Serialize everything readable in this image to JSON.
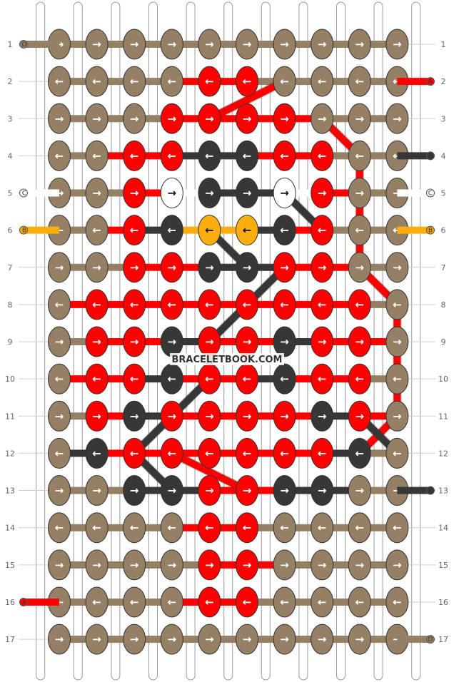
{
  "colors": {
    "D": "#958066",
    "A": "#ff0000",
    "B": "#f9ad0f",
    "C": "#ffffff",
    "E": "#373737"
  },
  "watermark": "BRACELETBOOK.COM",
  "rows": [
    {
      "number": "1",
      "knots": [
        [
          "D",
          "R"
        ],
        [
          "D",
          "R"
        ],
        [
          "D",
          "R"
        ],
        [
          "D",
          "R"
        ],
        [
          "D",
          "R"
        ],
        [
          "D",
          "R"
        ],
        [
          "D",
          "R"
        ],
        [
          "D",
          "R"
        ],
        [
          "D",
          "R"
        ],
        [
          "D",
          "R"
        ]
      ]
    },
    {
      "number": "2",
      "knots": [
        [
          "D",
          "L"
        ],
        [
          "D",
          "L"
        ],
        [
          "D",
          "L"
        ],
        [
          "D",
          "L"
        ],
        [
          "A",
          "L"
        ],
        [
          "A",
          "L"
        ],
        [
          "D",
          "L"
        ],
        [
          "D",
          "L"
        ],
        [
          "D",
          "L"
        ],
        [
          "D",
          "L"
        ]
      ]
    },
    {
      "number": "3",
      "knots": [
        [
          "D",
          "R"
        ],
        [
          "D",
          "R"
        ],
        [
          "D",
          "R"
        ],
        [
          "A",
          "R"
        ],
        [
          "A",
          "R"
        ],
        [
          "A",
          "R"
        ],
        [
          "A",
          "R"
        ],
        [
          "D",
          "R"
        ],
        [
          "D",
          "R"
        ],
        [
          "D",
          "R"
        ]
      ]
    },
    {
      "number": "4",
      "knots": [
        [
          "D",
          "L"
        ],
        [
          "D",
          "L"
        ],
        [
          "A",
          "L"
        ],
        [
          "A",
          "L"
        ],
        [
          "E",
          "L"
        ],
        [
          "E",
          "L"
        ],
        [
          "A",
          "L"
        ],
        [
          "A",
          "L"
        ],
        [
          "D",
          "L"
        ],
        [
          "D",
          "L"
        ]
      ]
    },
    {
      "number": "5",
      "knots": [
        [
          "D",
          "R"
        ],
        [
          "D",
          "R"
        ],
        [
          "A",
          "R"
        ],
        [
          "C",
          "R"
        ],
        [
          "E",
          "R"
        ],
        [
          "E",
          "R"
        ],
        [
          "C",
          "R"
        ],
        [
          "A",
          "R"
        ],
        [
          "D",
          "R"
        ],
        [
          "D",
          "R"
        ]
      ]
    },
    {
      "number": "6",
      "knots": [
        [
          "D",
          "L"
        ],
        [
          "D",
          "L"
        ],
        [
          "A",
          "L"
        ],
        [
          "E",
          "L"
        ],
        [
          "B",
          "L"
        ],
        [
          "B",
          "L"
        ],
        [
          "E",
          "L"
        ],
        [
          "A",
          "L"
        ],
        [
          "D",
          "L"
        ],
        [
          "D",
          "L"
        ]
      ]
    },
    {
      "number": "7",
      "knots": [
        [
          "D",
          "R"
        ],
        [
          "D",
          "R"
        ],
        [
          "A",
          "R"
        ],
        [
          "A",
          "R"
        ],
        [
          "E",
          "R"
        ],
        [
          "E",
          "R"
        ],
        [
          "A",
          "R"
        ],
        [
          "A",
          "R"
        ],
        [
          "D",
          "R"
        ],
        [
          "D",
          "R"
        ]
      ]
    },
    {
      "number": "8",
      "knots": [
        [
          "D",
          "L"
        ],
        [
          "A",
          "L"
        ],
        [
          "A",
          "L"
        ],
        [
          "A",
          "L"
        ],
        [
          "A",
          "L"
        ],
        [
          "A",
          "L"
        ],
        [
          "A",
          "L"
        ],
        [
          "A",
          "L"
        ],
        [
          "A",
          "L"
        ],
        [
          "D",
          "L"
        ]
      ]
    },
    {
      "number": "9",
      "knots": [
        [
          "D",
          "R"
        ],
        [
          "A",
          "R"
        ],
        [
          "A",
          "R"
        ],
        [
          "E",
          "R"
        ],
        [
          "A",
          "R"
        ],
        [
          "A",
          "R"
        ],
        [
          "E",
          "R"
        ],
        [
          "A",
          "R"
        ],
        [
          "A",
          "R"
        ],
        [
          "D",
          "R"
        ]
      ]
    },
    {
      "number": "10",
      "knots": [
        [
          "D",
          "L"
        ],
        [
          "A",
          "L"
        ],
        [
          "A",
          "L"
        ],
        [
          "E",
          "L"
        ],
        [
          "A",
          "L"
        ],
        [
          "A",
          "L"
        ],
        [
          "E",
          "L"
        ],
        [
          "A",
          "L"
        ],
        [
          "A",
          "L"
        ],
        [
          "D",
          "L"
        ]
      ]
    },
    {
      "number": "11",
      "knots": [
        [
          "D",
          "R"
        ],
        [
          "A",
          "R"
        ],
        [
          "E",
          "R"
        ],
        [
          "A",
          "R"
        ],
        [
          "A",
          "R"
        ],
        [
          "A",
          "R"
        ],
        [
          "A",
          "R"
        ],
        [
          "E",
          "R"
        ],
        [
          "A",
          "R"
        ],
        [
          "D",
          "R"
        ]
      ]
    },
    {
      "number": "12",
      "knots": [
        [
          "D",
          "L"
        ],
        [
          "E",
          "L"
        ],
        [
          "A",
          "L"
        ],
        [
          "A",
          "L"
        ],
        [
          "A",
          "L"
        ],
        [
          "A",
          "L"
        ],
        [
          "A",
          "L"
        ],
        [
          "A",
          "L"
        ],
        [
          "E",
          "L"
        ],
        [
          "D",
          "L"
        ]
      ]
    },
    {
      "number": "13",
      "knots": [
        [
          "D",
          "R"
        ],
        [
          "D",
          "R"
        ],
        [
          "E",
          "R"
        ],
        [
          "E",
          "R"
        ],
        [
          "A",
          "R"
        ],
        [
          "A",
          "R"
        ],
        [
          "E",
          "R"
        ],
        [
          "E",
          "R"
        ],
        [
          "D",
          "R"
        ],
        [
          "D",
          "R"
        ]
      ]
    },
    {
      "number": "14",
      "knots": [
        [
          "D",
          "L"
        ],
        [
          "D",
          "L"
        ],
        [
          "D",
          "L"
        ],
        [
          "D",
          "L"
        ],
        [
          "A",
          "L"
        ],
        [
          "A",
          "L"
        ],
        [
          "D",
          "L"
        ],
        [
          "D",
          "L"
        ],
        [
          "D",
          "L"
        ],
        [
          "D",
          "L"
        ]
      ]
    },
    {
      "number": "15",
      "knots": [
        [
          "D",
          "R"
        ],
        [
          "D",
          "R"
        ],
        [
          "D",
          "R"
        ],
        [
          "D",
          "R"
        ],
        [
          "A",
          "R"
        ],
        [
          "A",
          "R"
        ],
        [
          "D",
          "R"
        ],
        [
          "D",
          "R"
        ],
        [
          "D",
          "R"
        ],
        [
          "D",
          "R"
        ]
      ]
    },
    {
      "number": "16",
      "knots": [
        [
          "D",
          "L"
        ],
        [
          "D",
          "L"
        ],
        [
          "D",
          "L"
        ],
        [
          "D",
          "L"
        ],
        [
          "A",
          "L"
        ],
        [
          "A",
          "L"
        ],
        [
          "D",
          "L"
        ],
        [
          "D",
          "L"
        ],
        [
          "D",
          "L"
        ],
        [
          "D",
          "L"
        ]
      ]
    },
    {
      "number": "17",
      "knots": [
        [
          "D",
          "R"
        ],
        [
          "D",
          "R"
        ],
        [
          "D",
          "R"
        ],
        [
          "D",
          "R"
        ],
        [
          "D",
          "R"
        ],
        [
          "D",
          "R"
        ],
        [
          "D",
          "R"
        ],
        [
          "D",
          "R"
        ],
        [
          "D",
          "R"
        ],
        [
          "D",
          "R"
        ]
      ]
    }
  ],
  "strand_labels_left": [
    {
      "row": "1",
      "label": "D",
      "color": "D"
    },
    {
      "row": "5",
      "label": "C",
      "color": "C"
    },
    {
      "row": "6",
      "label": "B",
      "color": "B"
    },
    {
      "row": "16",
      "label": "A",
      "color": "A"
    }
  ],
  "strand_labels_right": [
    {
      "row": "2",
      "label": "A",
      "color": "A"
    },
    {
      "row": "4",
      "label": "E",
      "color": "E"
    },
    {
      "row": "5",
      "label": "C",
      "color": "C"
    },
    {
      "row": "6",
      "label": "B",
      "color": "B"
    },
    {
      "row": "13",
      "label": "E",
      "color": "E"
    },
    {
      "row": "17",
      "label": "D",
      "color": "D"
    }
  ],
  "threads": [
    {
      "color": "A",
      "path": [
        [
          6,
          2
        ],
        [
          4,
          3
        ]
      ]
    },
    {
      "color": "A",
      "path": [
        [
          7,
          3
        ],
        [
          8,
          4
        ],
        [
          8,
          7
        ],
        [
          9,
          8
        ],
        [
          9,
          11
        ],
        [
          8,
          12
        ]
      ]
    },
    {
      "color": "E",
      "path": [
        [
          6,
          5
        ],
        [
          7,
          6
        ]
      ]
    },
    {
      "color": "E",
      "path": [
        [
          4,
          6
        ],
        [
          5,
          7
        ]
      ]
    },
    {
      "color": "E",
      "path": [
        [
          6,
          7
        ],
        [
          4,
          9
        ],
        [
          4,
          10
        ],
        [
          3,
          11
        ],
        [
          2,
          12
        ],
        [
          3,
          13
        ]
      ]
    },
    {
      "color": "E",
      "path": [
        [
          8,
          11
        ],
        [
          9,
          12
        ]
      ]
    },
    {
      "color": "A",
      "path": [
        [
          3,
          12
        ],
        [
          5,
          13
        ]
      ]
    }
  ]
}
